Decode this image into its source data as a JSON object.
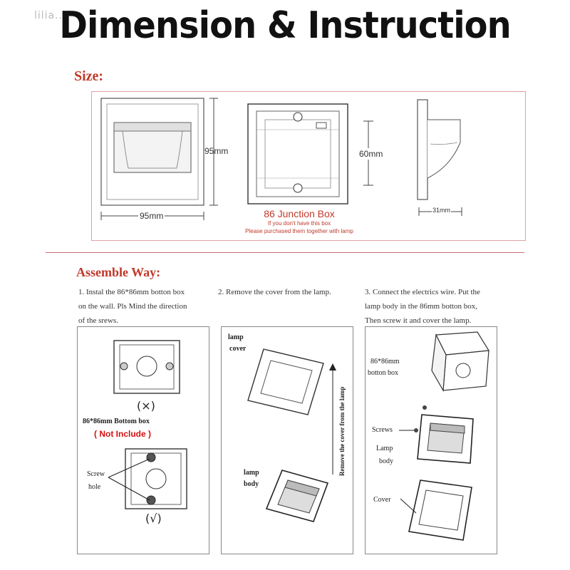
{
  "page": {
    "title": "Dimension & Instruction",
    "watermark": "lilia..."
  },
  "size_section": {
    "heading": "Size:",
    "height_dim": "95mm",
    "width_dim": "95mm",
    "box_height_dim": "60mm",
    "depth_dim": "31mm",
    "junction_title": "86 Junction Box",
    "junction_note_1": "If you don't have this box",
    "junction_note_2": "Please purchased them together with lamp"
  },
  "assemble_section": {
    "heading": "Assemble Way:",
    "steps": [
      {
        "text_lines": [
          "1. Instal the 86*86mm botton box",
          "on the wall. Pls Mind the direction",
          "of the srews."
        ]
      },
      {
        "text_lines": [
          "2. Remove the cover from the lamp."
        ]
      },
      {
        "text_lines": [
          "3. Connect the electrics wire. Put the",
          "lamp body in the 86mm botton box,",
          "Then screw it and cover the lamp."
        ]
      }
    ],
    "panel1": {
      "wrong_mark": "(×)",
      "bottom_box_label": "86*86mm Bottom box",
      "not_include": "( Not Include )",
      "screw_label_1": "Screw",
      "screw_label_2": "hole",
      "right_mark": "(√)"
    },
    "panel2": {
      "cover_label_1": "lamp",
      "cover_label_2": "cover",
      "arrow_text": "Remove the cover from the lamp",
      "body_label_1": "lamp",
      "body_label_2": "body"
    },
    "panel3": {
      "box_label_1": "86*86mm",
      "box_label_2": "botton box",
      "screws_label": "Screws",
      "lamp_label_1": "Lamp",
      "lamp_label_2": "body",
      "cover_label": "Cover"
    }
  }
}
